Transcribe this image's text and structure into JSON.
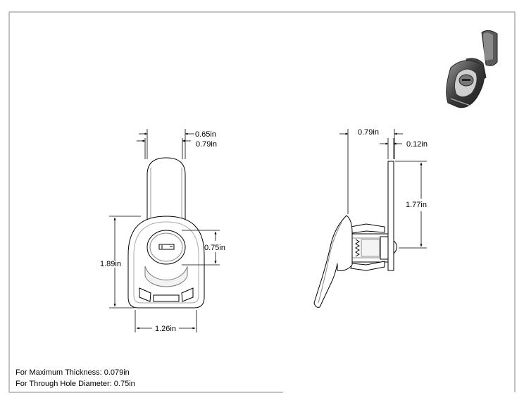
{
  "front_view": {
    "dim_top_a": "0.65in",
    "dim_top_b": "0.79in",
    "dim_height": "1.89in",
    "dim_hole": "0.75in",
    "dim_width": "1.26in"
  },
  "side_view": {
    "dim_depth": "0.79in",
    "dim_cam_thickness": "0.12in",
    "dim_cam_length": "1.77in"
  },
  "notes": {
    "max_thickness": "For Maximum Thickness: 0.079in",
    "hole_diameter": "For Through Hole Diameter: 0.75in"
  },
  "colors": {
    "line": "#000000",
    "frame": "#888888",
    "part_fill": "#ffffff",
    "render_dark": "#3a3a3a"
  }
}
